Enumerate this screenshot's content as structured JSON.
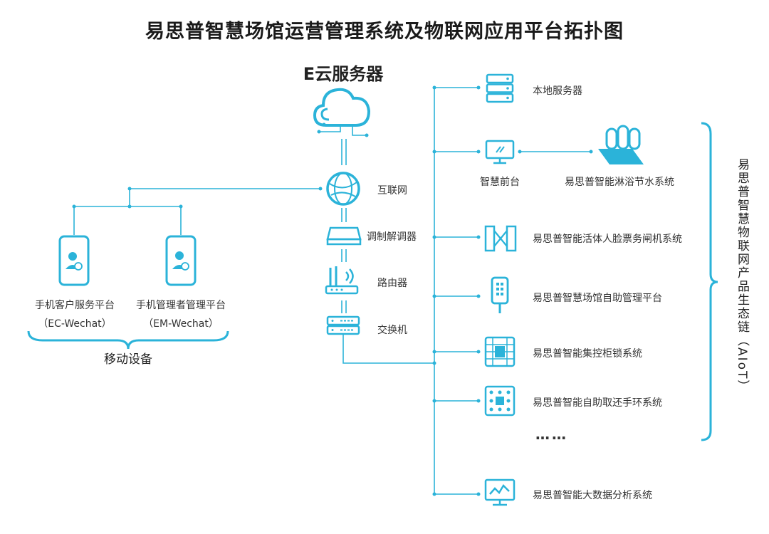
{
  "title": "易思普智慧场馆运营管理系统及物联网应用平台拓扑图",
  "cloud": {
    "label": "E云服务器",
    "icon": "cloud-server-icon"
  },
  "network_chain": [
    {
      "label": "互联网",
      "icon": "globe-icon"
    },
    {
      "label": "调制解调器",
      "icon": "modem-icon"
    },
    {
      "label": "路由器",
      "icon": "router-icon"
    },
    {
      "label": "交换机",
      "icon": "switch-icon"
    }
  ],
  "mobile": {
    "group_label": "移动设备",
    "client": {
      "name": "手机客户服务平台",
      "sub": "（EC-Wechat）",
      "icon": "phone-customer-icon"
    },
    "manager": {
      "name": "手机管理者管理平台",
      "sub": "（EM-Wechat）",
      "icon": "phone-manager-icon"
    }
  },
  "systems": {
    "local_server": {
      "label": "本地服务器",
      "icon": "server-rack-icon"
    },
    "front_desk": {
      "label": "智慧前台",
      "icon": "monitor-icon"
    },
    "shower": {
      "label": "易思普智能淋浴节水系统",
      "icon": "shower-icon"
    },
    "gate": {
      "label": "易思普智能活体人脸票务闸机系统",
      "icon": "turnstile-gate-icon"
    },
    "kiosk": {
      "label": "易思普智慧场馆自助管理平台",
      "icon": "kiosk-icon"
    },
    "locker": {
      "label": "易思普智能集控柜锁系统",
      "icon": "locker-icon"
    },
    "wristband": {
      "label": "易思普智能自助取还手环系统",
      "icon": "wristband-cabinet-icon"
    },
    "more": "……",
    "bigdata": {
      "label": "易思普智能大数据分析系统",
      "icon": "analytics-monitor-icon"
    }
  },
  "ecosystem_label": "易思普智慧物联网产品生态链（AIoT）",
  "colors": {
    "accent": "#2bb3d9",
    "dark": "#1f8fb8",
    "text": "#333333"
  }
}
